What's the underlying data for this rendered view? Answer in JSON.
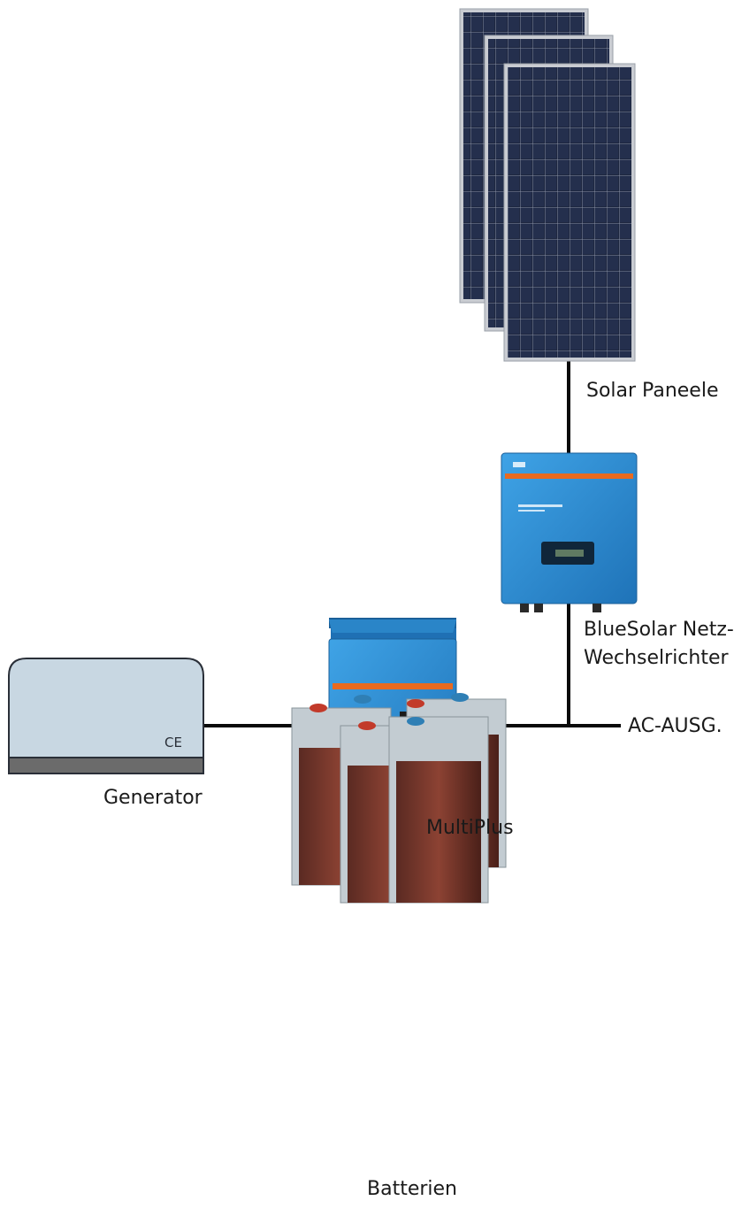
{
  "labels": {
    "solar": "Solar Paneele",
    "inverter_line1": "BlueSolar Netz-",
    "inverter_line2": "Wechselrichter",
    "ac_out": "AC-AUSG.",
    "generator": "Generator",
    "multiplus": "MultiPlus",
    "batteries": "Batterien",
    "ce_mark": "CE"
  },
  "colors": {
    "line": "#0a0a0a",
    "victron_blue": "#2f8fd6",
    "victron_orange": "#e86a1f",
    "panel_dark": "#1b2234",
    "generator_body": "#c8d7e2",
    "generator_base": "#6b6b6b",
    "battery_case": "#b8c2c8",
    "battery_plate": "#7a3528"
  },
  "icons": [
    "solar-panel-icon",
    "grid-inverter-icon",
    "multiplus-inverter-icon",
    "generator-icon",
    "battery-bank-icon"
  ]
}
